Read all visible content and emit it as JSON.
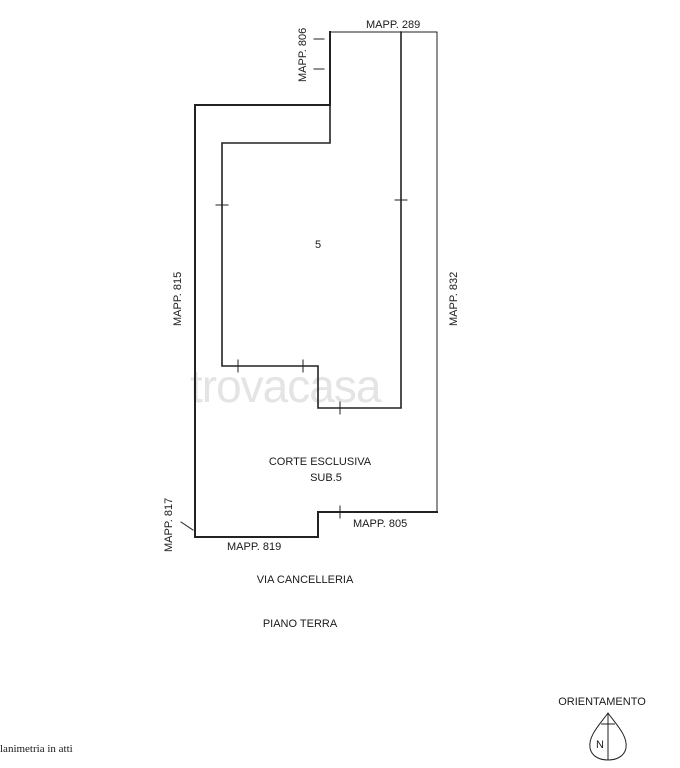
{
  "watermark": "trovacasa",
  "parcels": {
    "top": "MAPP. 289",
    "top_left": "MAPP. 806",
    "left": "MAPP. 815",
    "right": "MAPP. 832",
    "bottom_left_vertical": "MAPP. 817",
    "bottom": "MAPP. 819",
    "bottom_right": "MAPP. 805"
  },
  "unit_number": "5",
  "courtyard": {
    "line1": "CORTE ESCLUSIVA",
    "line2": "SUB.5"
  },
  "street": "VIA CANCELLERIA",
  "floor": "PIANO TERRA",
  "orientation": {
    "title": "ORIENTAMENTO",
    "north_letter": "N"
  },
  "footer_note": "lanimetria in atti"
}
